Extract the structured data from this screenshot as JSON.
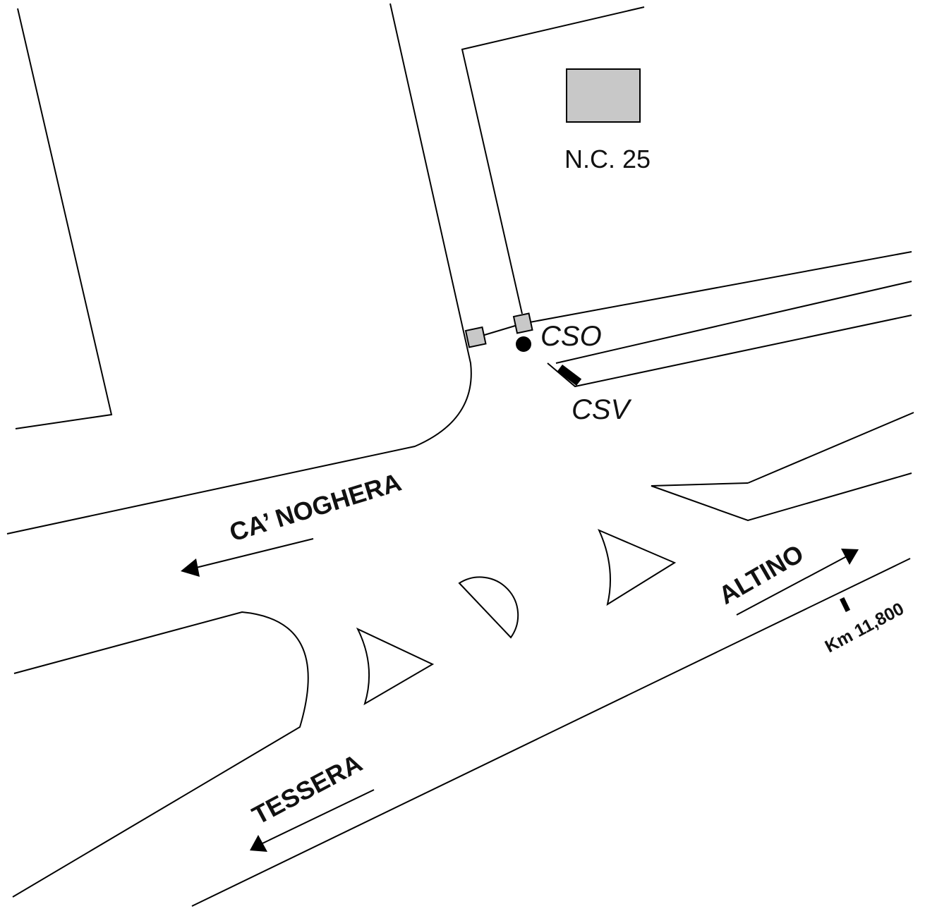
{
  "labels": {
    "building": "N.C. 25",
    "cso": "CSO",
    "csv": "CSV",
    "road_ca_noghera": "CA’ NOGHERA",
    "road_altino": "ALTINO",
    "road_tessera": "TESSERA",
    "km_marker": "Km 11,800"
  },
  "colors": {
    "line": "#000000",
    "building_fill": "#c8c8c8",
    "background": "#ffffff"
  }
}
